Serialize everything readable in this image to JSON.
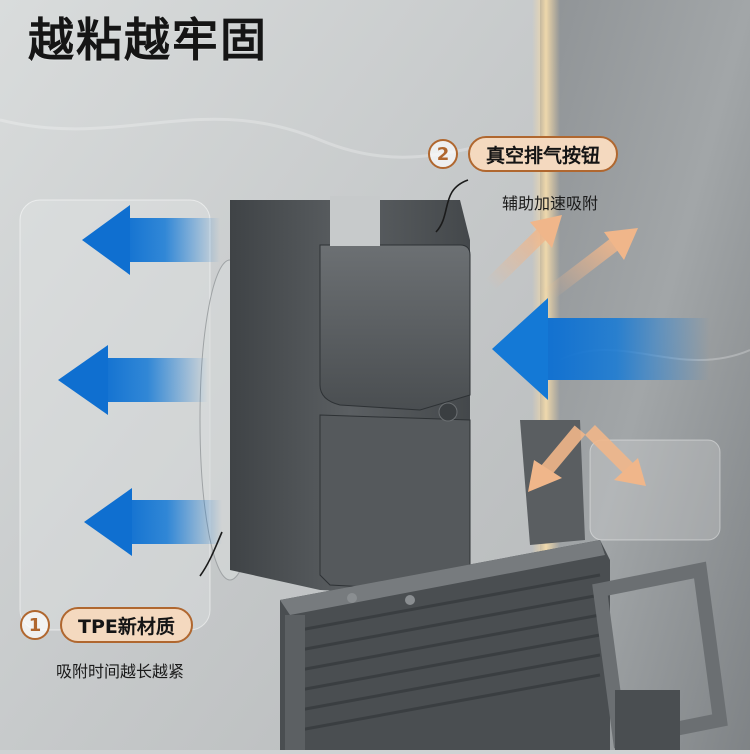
{
  "headline": "越粘越牢固",
  "feature_2": {
    "number": "2",
    "title": "真空排气按钮",
    "caption": "辅助加速吸附"
  },
  "feature_1": {
    "number": "1",
    "title": "TPE新材质",
    "caption": "吸附时间越长越紧"
  },
  "colors": {
    "blue_arrow": "#1479d6",
    "orange_arrow": "#f0b68a",
    "badge_border": "#b0672f",
    "badge_fill": "#f4d9bf",
    "hardware_gray": "#4e5255"
  },
  "icons": [
    "blue-left-arrow-icon",
    "orange-diagonal-arrow-icon",
    "circled-number-icon"
  ]
}
